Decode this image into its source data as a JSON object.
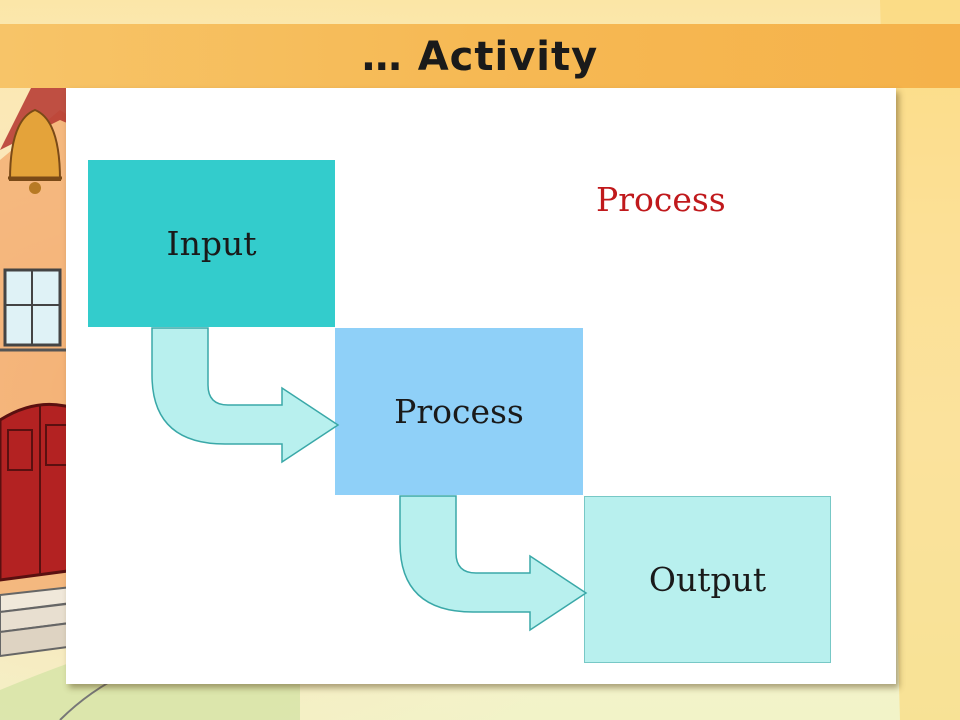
{
  "slide": {
    "title": "… Activity",
    "side_label": "Process"
  },
  "diagram": {
    "nodes": [
      {
        "id": "input",
        "label": "Input"
      },
      {
        "id": "process",
        "label": "Process"
      },
      {
        "id": "output",
        "label": "Output"
      }
    ],
    "edges": [
      {
        "from": "input",
        "to": "process"
      },
      {
        "from": "process",
        "to": "output"
      }
    ]
  },
  "colors": {
    "banner": "#f6b954",
    "input_box": "#33cccc",
    "process_box": "#8fd0f8",
    "output_box": "#b8f0ee",
    "arrow_fill": "#b8f0ee",
    "arrow_stroke": "#3aa8a8",
    "side_label": "#c0191c"
  },
  "background": {
    "illustration": "school-house-illustration"
  }
}
